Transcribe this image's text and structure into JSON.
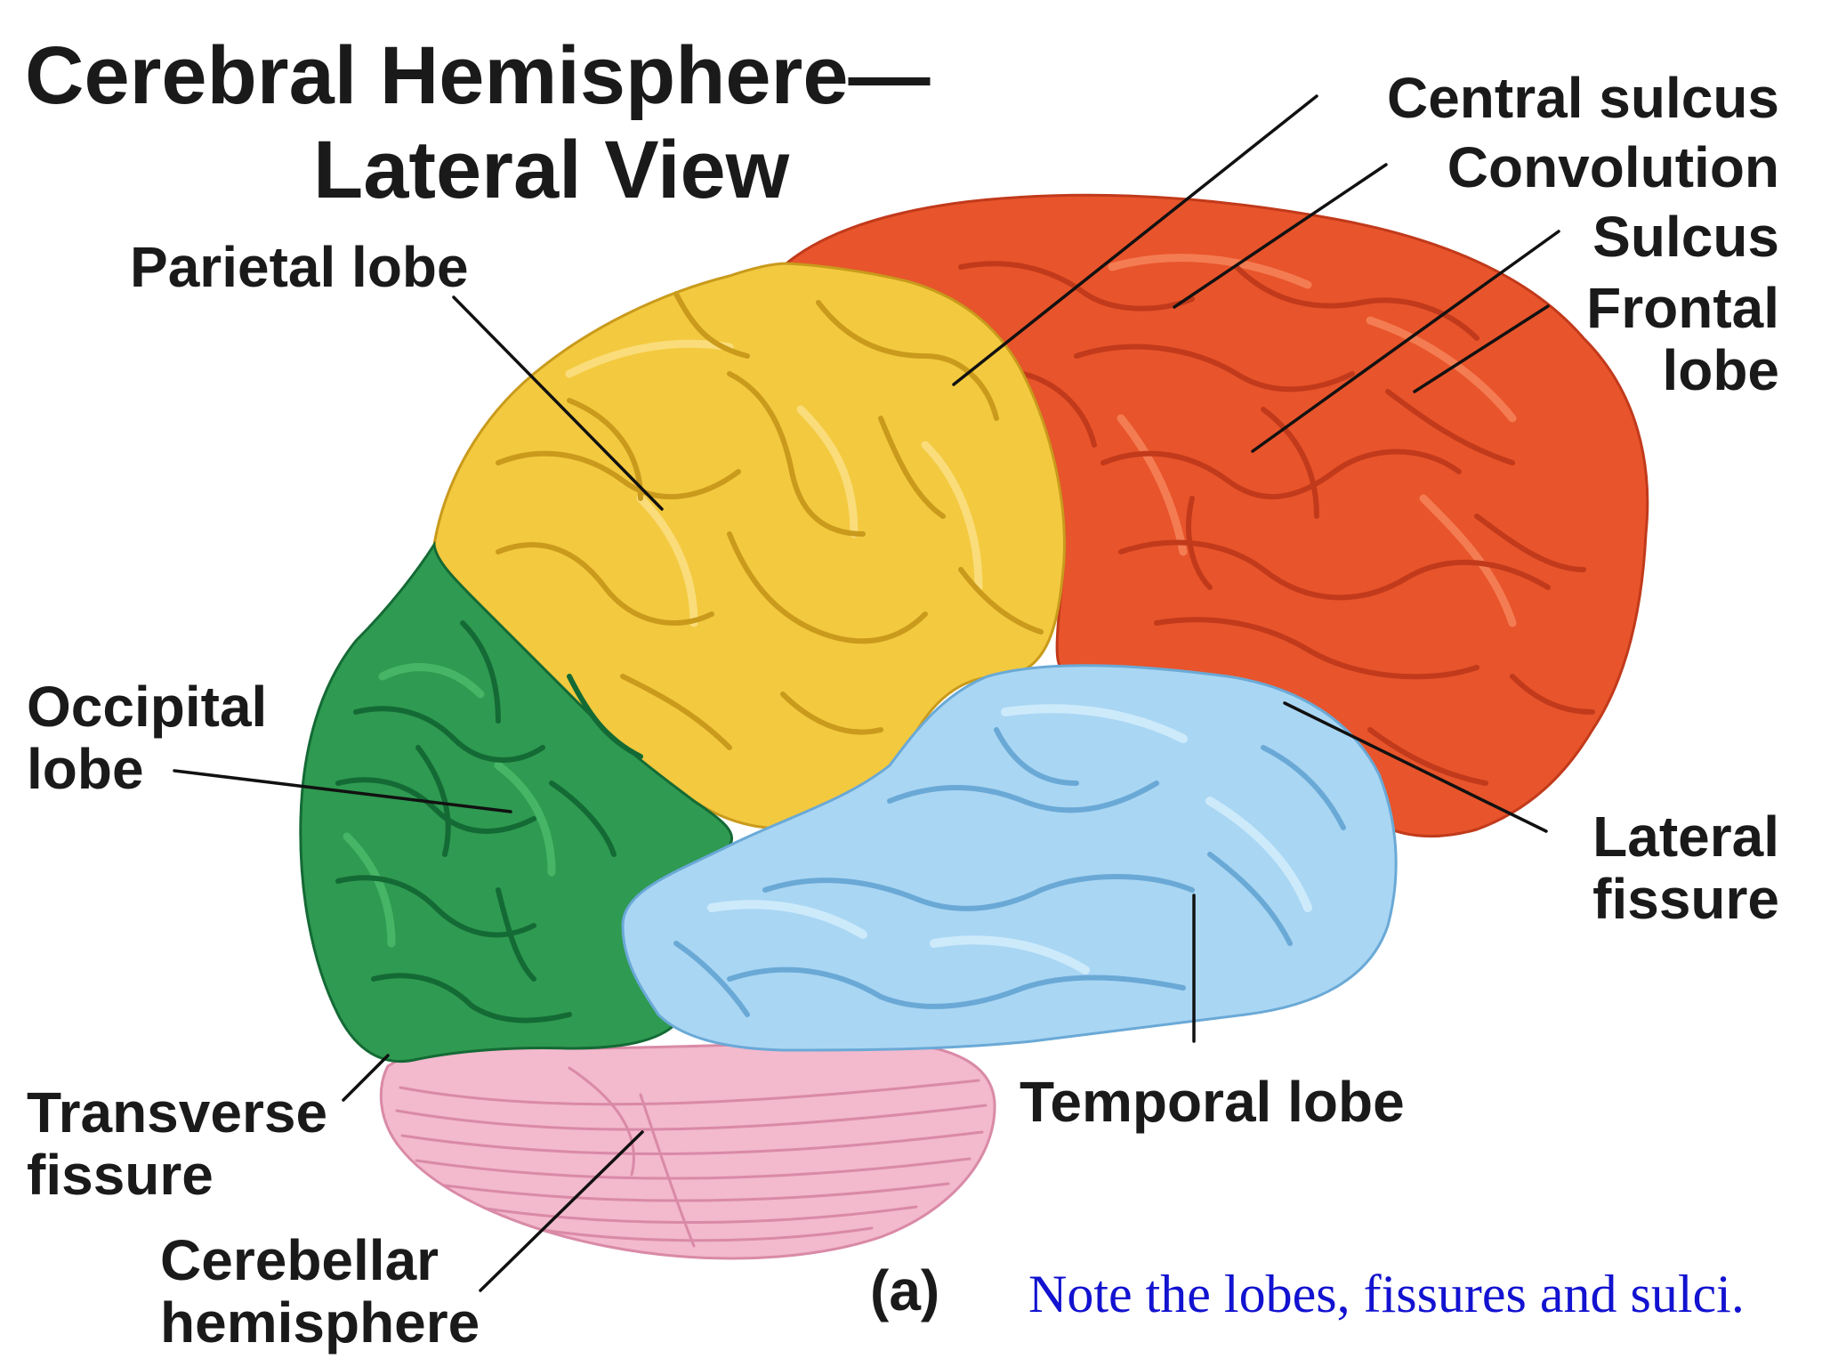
{
  "title": {
    "line1": "Cerebral Hemisphere—",
    "line2": "Lateral View"
  },
  "labels": {
    "central_sulcus": "Central sulcus",
    "convolution": "Convolution",
    "sulcus": "Sulcus",
    "frontal_lobe": [
      "Frontal",
      "lobe"
    ],
    "parietal_lobe": "Parietal lobe",
    "occipital_lobe": [
      "Occipital",
      "lobe"
    ],
    "lateral_fissure": [
      "Lateral",
      "fissure"
    ],
    "temporal_lobe": "Temporal lobe",
    "transverse_fissure": [
      "Transverse",
      "fissure"
    ],
    "cerebellar_hemisphere": [
      "Cerebellar",
      "hemisphere"
    ],
    "panel": "(a)"
  },
  "note": "Note the lobes, fissures and sulci.",
  "colors": {
    "frontal": "#e8542b",
    "parietal": "#f3c93f",
    "occipital": "#2f9a51",
    "temporal": "#a9d6f3",
    "cerebellum": "#f3b9cd",
    "note_text": "#1212d0"
  }
}
